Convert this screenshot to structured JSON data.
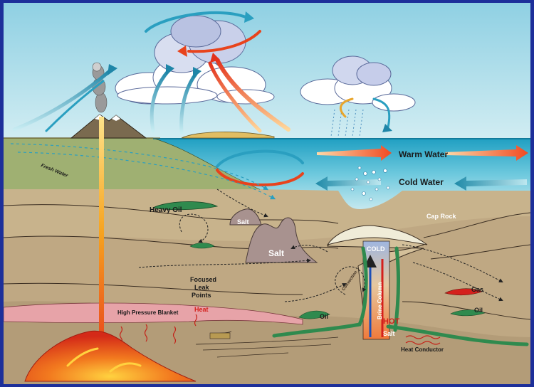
{
  "labels": {
    "warm_water": "Warm Water",
    "cold_water": "Cold Water",
    "fresh_water": "Fresh Water",
    "heavy_oil": "Heavy Oil",
    "salt_top": "Salt",
    "salt_mid": "Salt",
    "salt_dome": "Salt",
    "cap_rock": "Cap Rock",
    "cold": "COLD",
    "hot": "HOT",
    "focused_leak_1": "Focused",
    "focused_leak_2": "Leak",
    "focused_leak_3": "Points",
    "convection": "Convection",
    "brine_column": "Brine Column",
    "gas": "Gas",
    "oil_right": "Oil",
    "oil_mid": "Oil",
    "high_pressure_blanket": "High Pressure Blanket",
    "heat": "Heat",
    "heat_conductor": "Heat Conductor"
  },
  "colors": {
    "sky": "#a9dbe8",
    "sea": "#2aa6c4",
    "land": "#c9b68f",
    "frame": "#1d2f9a",
    "magma": "#e8431c",
    "hot_label": "#d4201c",
    "cold_label": "#1d4fb8"
  }
}
